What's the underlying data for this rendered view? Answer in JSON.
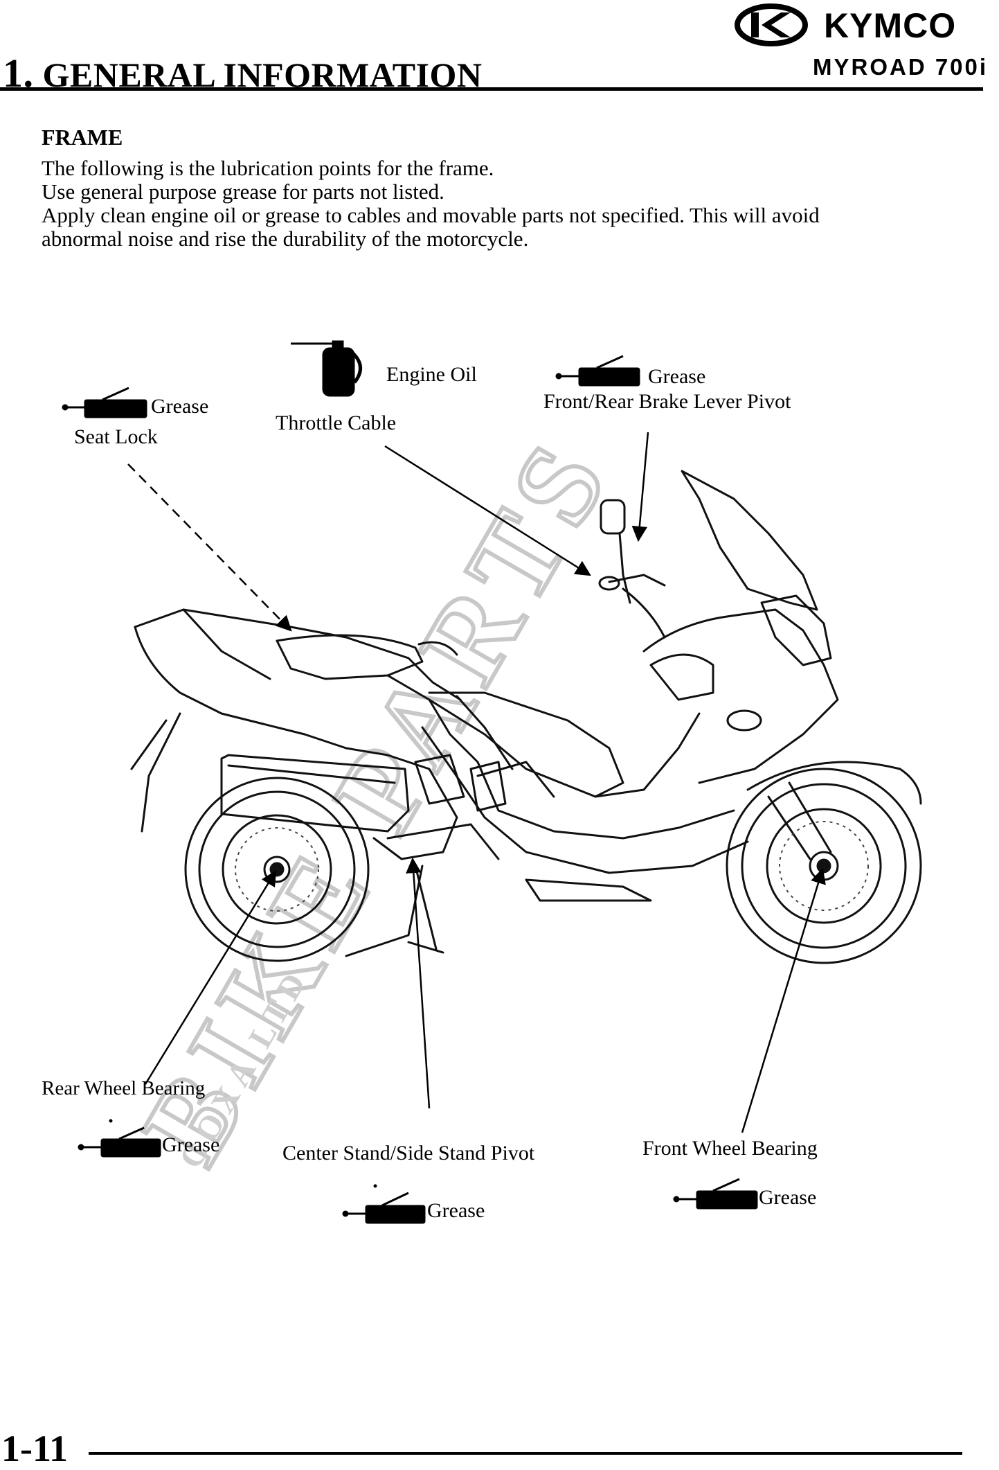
{
  "header": {
    "chapter_number": "1.",
    "chapter_title": "GENERAL INFORMATION",
    "brand": "KYMCO",
    "model": "MYROAD 700i"
  },
  "section": {
    "title": "FRAME",
    "paragraph": [
      "The following is the lubrication points for the frame.",
      "Use general purpose grease for parts not listed.",
      "Apply clean engine oil or grease to cables and movable parts not specified. This will avoid",
      "abnormal noise and rise the durability of the motorcycle."
    ]
  },
  "labels": {
    "seat_lock": "Seat Lock",
    "seat_lock_lube": "Grease",
    "throttle_cable": "Throttle Cable",
    "throttle_lube": "Engine Oil",
    "brake_lever": "Front/Rear Brake Lever Pivot",
    "brake_lube": "Grease",
    "rear_wheel": "Rear Wheel Bearing",
    "rear_wheel_lube": "Grease",
    "stand_pivot": "Center Stand/Side Stand Pivot",
    "stand_lube": "Grease",
    "front_wheel": "Front Wheel Bearing",
    "front_wheel_lube": "Grease"
  },
  "watermark": {
    "main": "BIKE PARTS",
    "sub": "COXA LTD"
  },
  "footer": {
    "page_number": "1-11"
  }
}
